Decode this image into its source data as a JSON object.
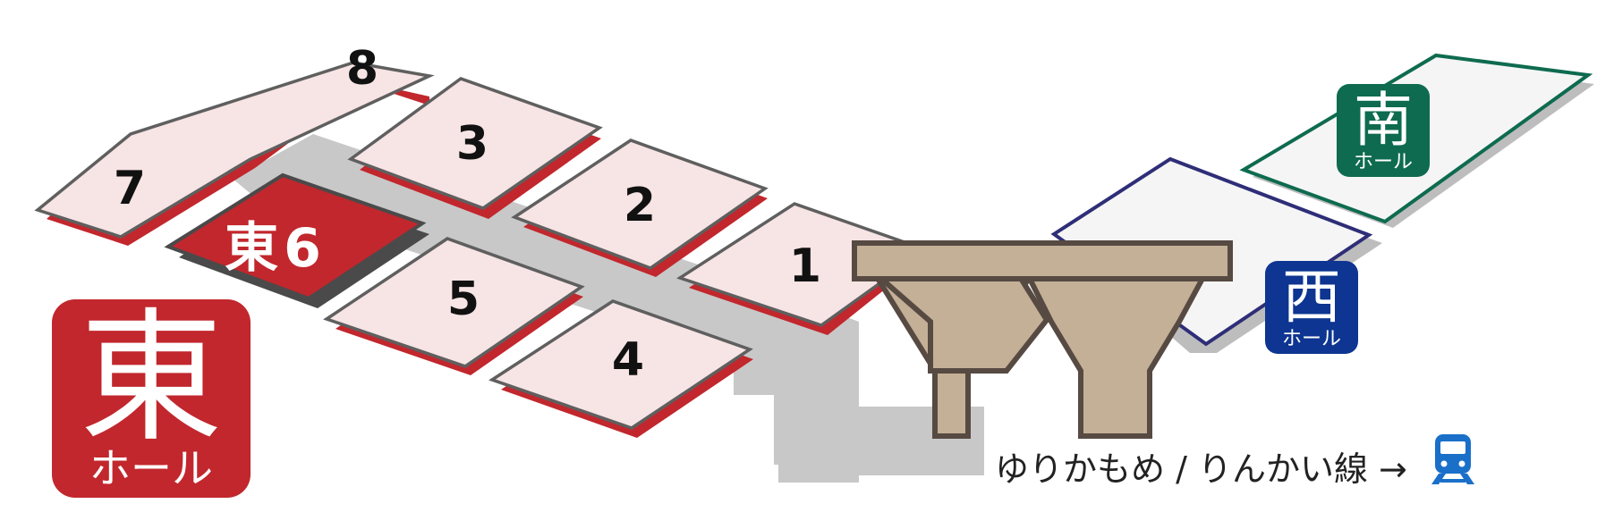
{
  "colors": {
    "east_red": "#c1272d",
    "hall_fill": "#f7e4e4",
    "hall_outline": "#5f5f5f",
    "walkway_gray": "#c8c8c8",
    "station_tan": "#c4b097",
    "station_outline": "#564a42",
    "south_green": "#0e6b4f",
    "west_blue": "#0d3591",
    "west_outline": "#2e2e78",
    "train_blue": "#1a6fc9"
  },
  "halls": {
    "h1": "1",
    "h2": "2",
    "h3": "3",
    "h4": "4",
    "h5": "5",
    "h7": "7",
    "h8": "8"
  },
  "highlight": {
    "prefix": "東",
    "num": "6"
  },
  "east_badge": {
    "kanji": "東",
    "sub": "ホール"
  },
  "west_badge": {
    "kanji": "西",
    "sub": "ホール"
  },
  "south_badge": {
    "kanji": "南",
    "sub": "ホール"
  },
  "route_label": "ゆりかもめ / りんかい線 →",
  "icons": {
    "train": "train-icon"
  }
}
